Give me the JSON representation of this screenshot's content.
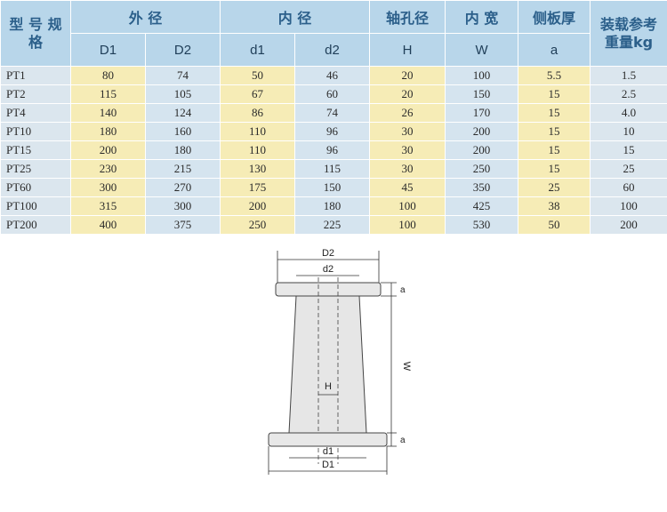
{
  "header": {
    "model": "型 号 规 格",
    "outer_diameter": "外 径",
    "inner_diameter": "内 径",
    "shaft_hole": "轴孔径",
    "inner_width": "内 宽",
    "side_plate": "侧板厚",
    "load_weight": "装载参考重量kg",
    "sub": {
      "D1": "D1",
      "D2": "D2",
      "d1": "d1",
      "d2": "d2",
      "H": "H",
      "W": "W",
      "a": "a"
    }
  },
  "rows": [
    {
      "model": "PT1",
      "D1": "80",
      "D2": "74",
      "d1": "50",
      "d2": "46",
      "H": "20",
      "W": "100",
      "a": "5.5",
      "kg": "1.5"
    },
    {
      "model": "PT2",
      "D1": "115",
      "D2": "105",
      "d1": "67",
      "d2": "60",
      "H": "20",
      "W": "150",
      "a": "15",
      "kg": "2.5"
    },
    {
      "model": "PT4",
      "D1": "140",
      "D2": "124",
      "d1": "86",
      "d2": "74",
      "H": "26",
      "W": "170",
      "a": "15",
      "kg": "4.0"
    },
    {
      "model": "PT10",
      "D1": "180",
      "D2": "160",
      "d1": "110",
      "d2": "96",
      "H": "30",
      "W": "200",
      "a": "15",
      "kg": "10"
    },
    {
      "model": "PT15",
      "D1": "200",
      "D2": "180",
      "d1": "110",
      "d2": "96",
      "H": "30",
      "W": "200",
      "a": "15",
      "kg": "15"
    },
    {
      "model": "PT25",
      "D1": "230",
      "D2": "215",
      "d1": "130",
      "d2": "115",
      "H": "30",
      "W": "250",
      "a": "15",
      "kg": "25"
    },
    {
      "model": "PT60",
      "D1": "300",
      "D2": "270",
      "d1": "175",
      "d2": "150",
      "H": "45",
      "W": "350",
      "a": "25",
      "kg": "60"
    },
    {
      "model": "PT100",
      "D1": "315",
      "D2": "300",
      "d1": "200",
      "d2": "180",
      "H": "100",
      "W": "425",
      "a": "38",
      "kg": "100"
    },
    {
      "model": "PT200",
      "D1": "400",
      "D2": "375",
      "d1": "250",
      "d2": "225",
      "H": "100",
      "W": "530",
      "a": "50",
      "kg": "200"
    }
  ],
  "diagram": {
    "D2": "D2",
    "d2": "d2",
    "a_top": "a",
    "W": "W",
    "H": "H",
    "a_bottom": "a",
    "d1": "d1",
    "D1": "D1"
  },
  "colors": {
    "header_bg": "#b8d6ea",
    "header_text": "#2b5f8a",
    "yellow_col": "#f6ecb6",
    "blue_col": "#d5e4ef"
  }
}
